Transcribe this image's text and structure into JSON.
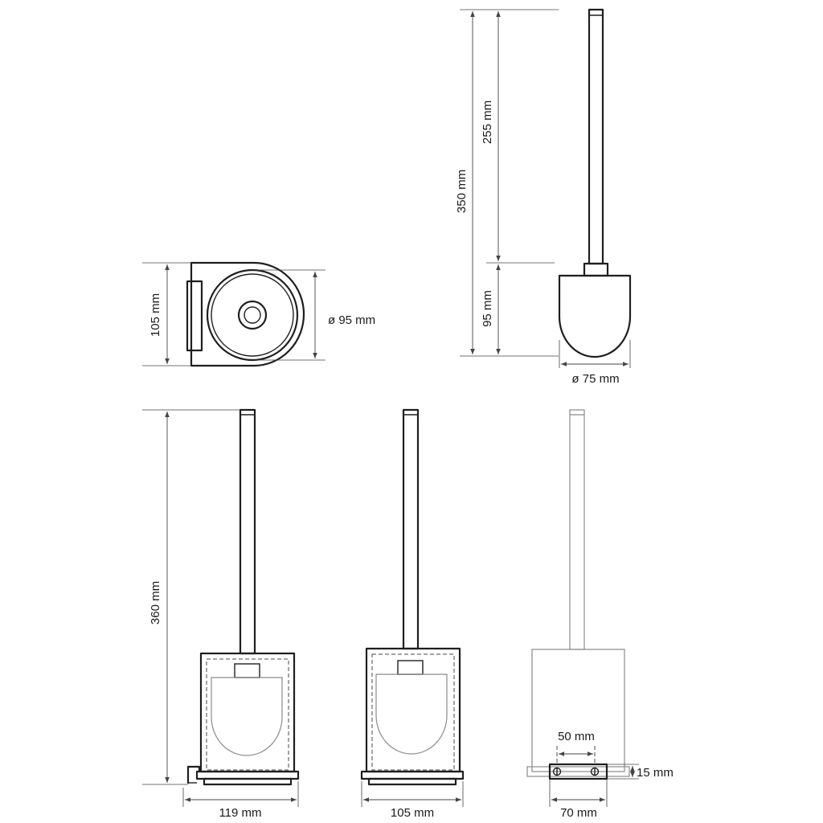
{
  "dimensions": {
    "overall_height": "350 mm",
    "handle_length": "255 mm",
    "brush_height": "95 mm",
    "brush_diameter": "ø 75 mm",
    "top_view_depth": "105 mm",
    "top_view_diameter": "ø 95 mm",
    "total_height": "360 mm",
    "width_119": "119 mm",
    "width_105": "105 mm",
    "mount_spacing": "50 mm",
    "bracket_height": "15 mm",
    "bracket_width": "70 mm"
  },
  "colors": {
    "line": "#1f1f1f",
    "dimension": "#444444",
    "background": "#ffffff"
  }
}
